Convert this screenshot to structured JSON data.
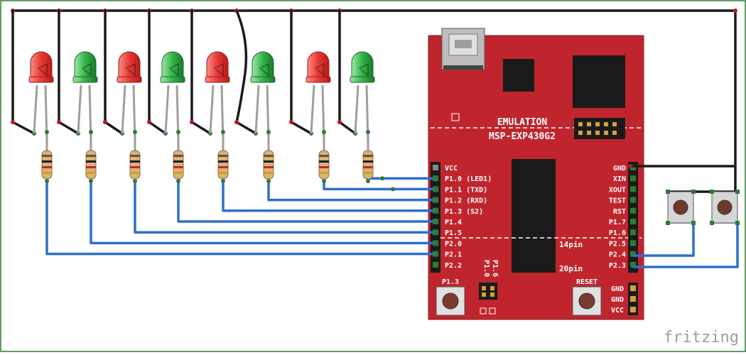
{
  "board": {
    "title_top": "EMULATION",
    "title_bottom": "MSP-EXP430G2",
    "pins_left": [
      "VCC",
      "P1.0 (LED1)",
      "P1.1 (TXD)",
      "P1.2 (RXD)",
      "P1.3 (S2)",
      "P1.4",
      "P1.5",
      "P2.0",
      "P2.1",
      "P2.2"
    ],
    "pins_right": [
      "GND",
      "XIN",
      "XOUT",
      "TEST",
      "RST",
      "P1.7",
      "P1.6",
      "P2.5",
      "P2.4",
      "P2.3"
    ],
    "pins_bottom_right": [
      "GND",
      "GND",
      "VCC"
    ],
    "label_14pin": "14pin",
    "label_20pin": "20pin",
    "button_p13_label": "P1.3",
    "button_reset_label": "RESET",
    "jumper_label_a": "P1.0",
    "jumper_label_b": "P1.6"
  },
  "leds": [
    {
      "color": "red"
    },
    {
      "color": "green"
    },
    {
      "color": "red"
    },
    {
      "color": "green"
    },
    {
      "color": "red"
    },
    {
      "color": "green"
    },
    {
      "color": "red"
    },
    {
      "color": "green"
    }
  ],
  "colors": {
    "board": "#c0252d",
    "wire_blue": "#2f6fc9",
    "wire_black": "#1a1a1a",
    "led_red": "#e53935",
    "led_green": "#33b249",
    "frame": "#2e7d32"
  },
  "watermark": "fritzing"
}
